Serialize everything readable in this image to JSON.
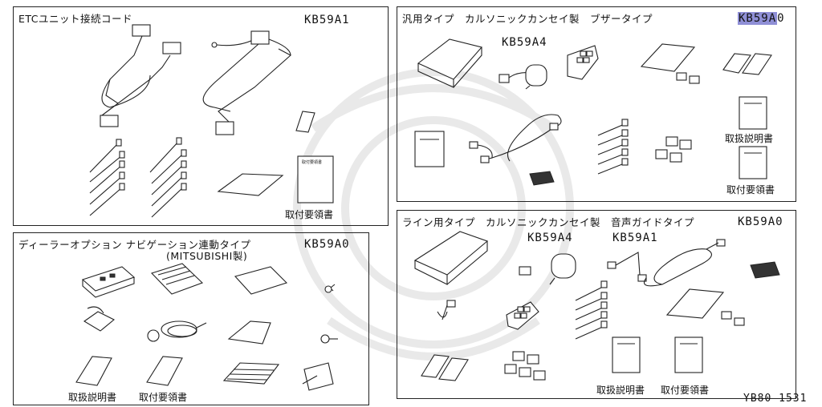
{
  "panels": {
    "etc_cord": {
      "title": "ETCユニット接続コード",
      "code": "KB59A1",
      "caption_manual": "取付要領書"
    },
    "buzzer": {
      "title": "汎用タイプ　カルソニックカンセイ製　ブザータイプ",
      "code_hl": "KB59A",
      "code_rest": "0",
      "callout": "KB59A4",
      "caption_instructions": "取扱説明書",
      "caption_manual": "取付要領書"
    },
    "navi": {
      "title": "ディーラーオプション ナビゲーション連動タイプ",
      "subtitle": "(MITSUBISHI製)",
      "code": "KB59A0",
      "caption_instructions": "取扱説明書",
      "caption_manual": "取付要領書"
    },
    "voice": {
      "title": "ライン用タイプ　カルソニックカンセイ製　音声ガイドタイプ",
      "code": "KB59A0",
      "callout_a4": "KB59A4",
      "callout_a1": "KB59A1",
      "caption_instructions": "取扱説明書",
      "caption_manual": "取付要領書"
    }
  },
  "footer": {
    "ref": "YB80 1531"
  }
}
